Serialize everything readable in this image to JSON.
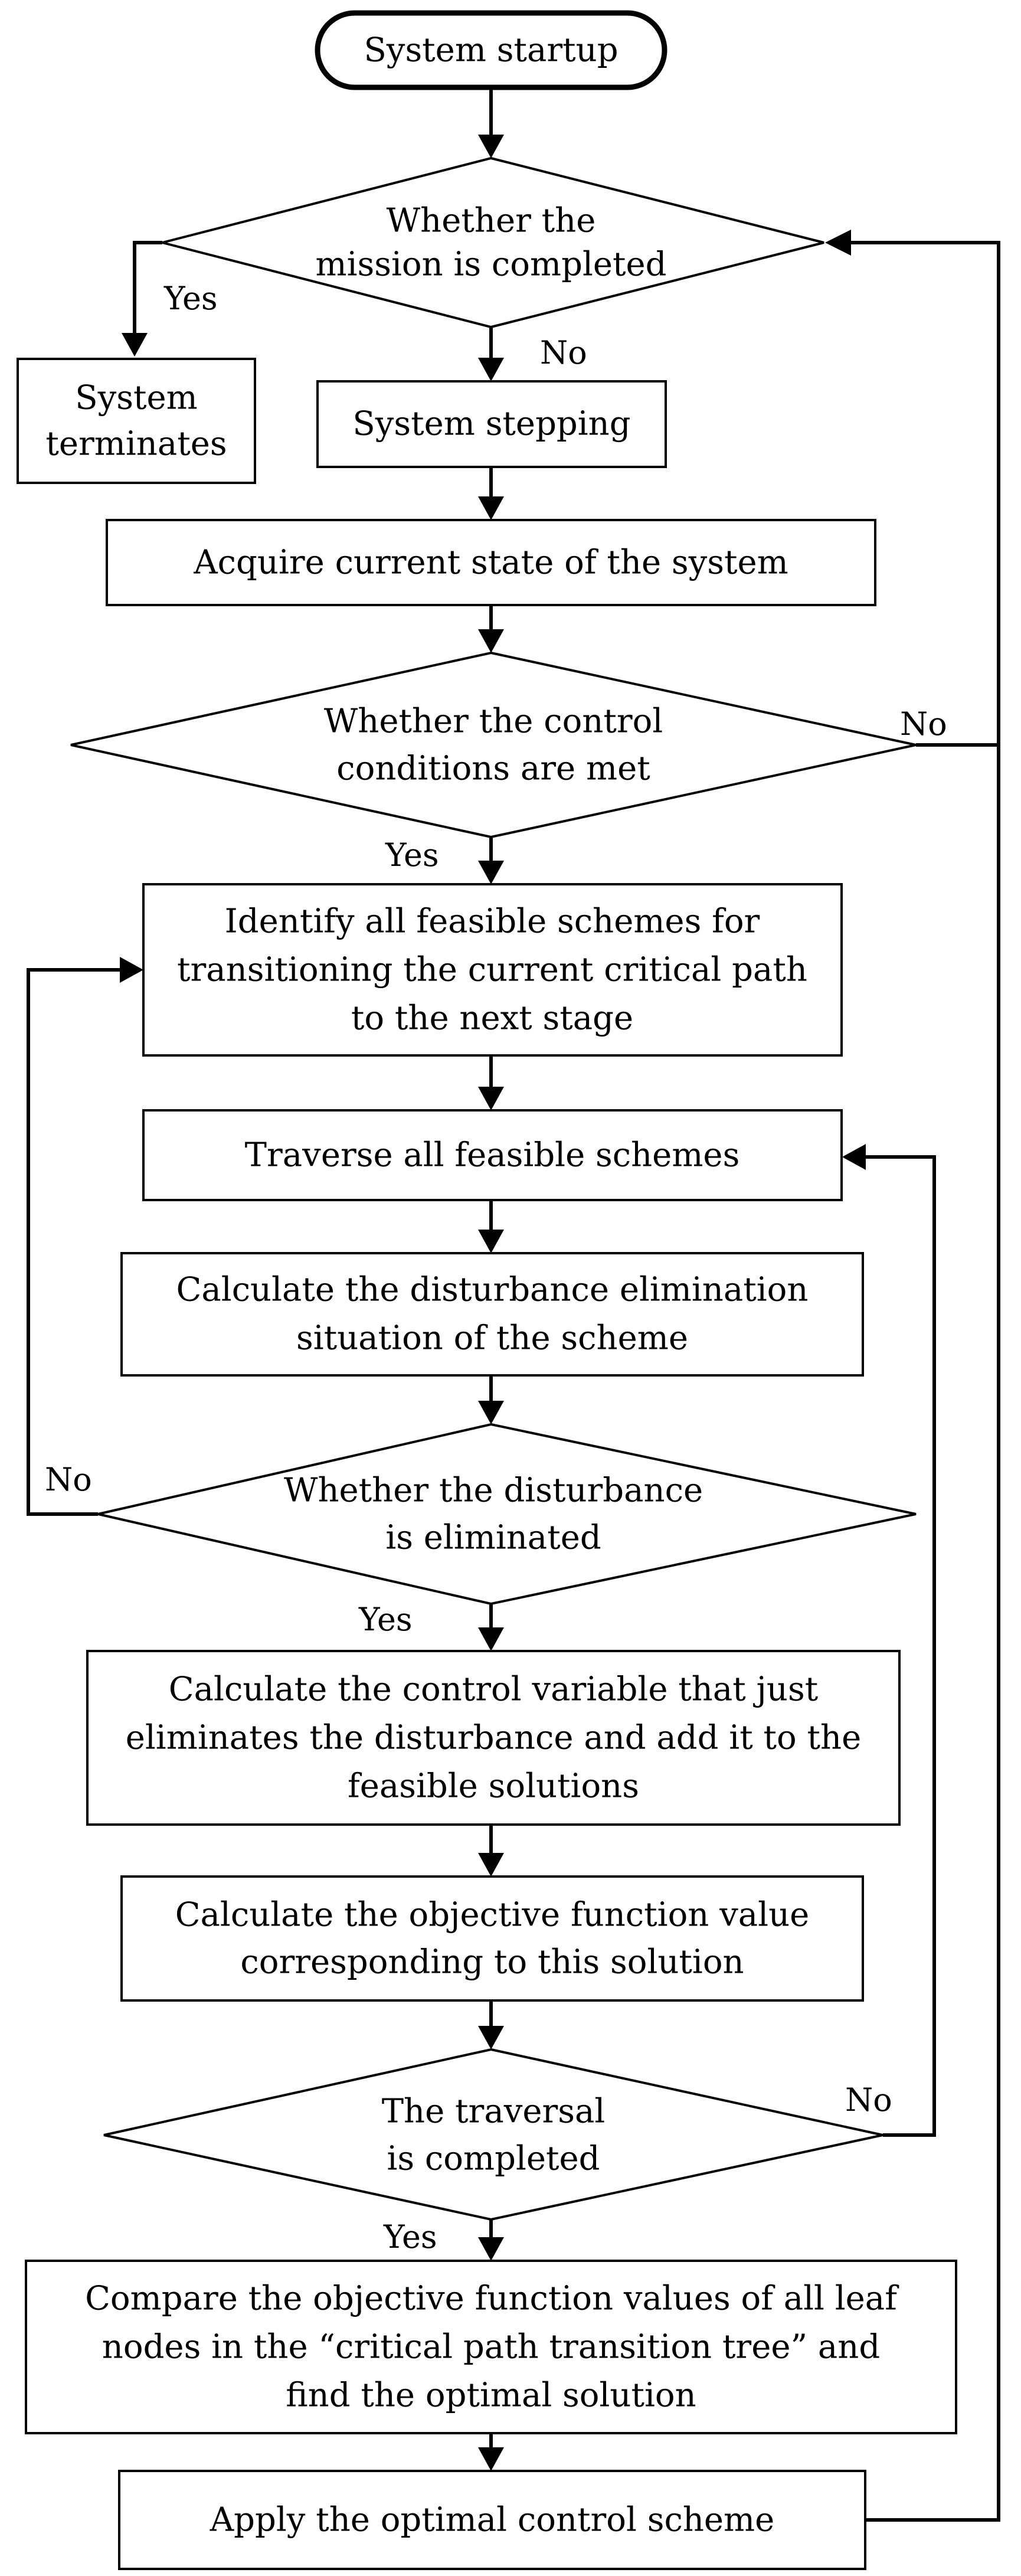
{
  "nodes": {
    "start": [
      "System startup"
    ],
    "d_mission": [
      "Whether the",
      "mission is completed"
    ],
    "terminate": [
      "System",
      "terminates"
    ],
    "stepping": [
      "System stepping"
    ],
    "acquire": [
      "Acquire current state of the system"
    ],
    "d_control": [
      "Whether the control",
      "conditions are met"
    ],
    "identify": [
      "Identify all feasible schemes for",
      "transitioning the current critical path",
      "to the next stage"
    ],
    "traverse": [
      "Traverse all feasible schemes"
    ],
    "calc_dist": [
      "Calculate the disturbance elimination",
      "situation of the scheme"
    ],
    "d_dist": [
      "Whether the disturbance",
      "is eliminated"
    ],
    "calc_ctrl": [
      "Calculate the control variable that just",
      "eliminates the disturbance and add it to the",
      "feasible solutions"
    ],
    "calc_obj": [
      "Calculate the objective function value",
      "corresponding to this solution"
    ],
    "d_trav": [
      "The traversal",
      "is completed"
    ],
    "compare": [
      "Compare the objective function values of all leaf",
      "nodes in the “critical path transition tree”  and",
      "find the optimal solution"
    ],
    "apply": [
      "Apply the optimal control scheme"
    ]
  },
  "edge_labels": {
    "mission_yes": "Yes",
    "mission_no": "No",
    "control_no": "No",
    "control_yes": "Yes",
    "dist_no": "No",
    "dist_yes": "Yes",
    "trav_no": "No",
    "trav_yes": "Yes"
  }
}
